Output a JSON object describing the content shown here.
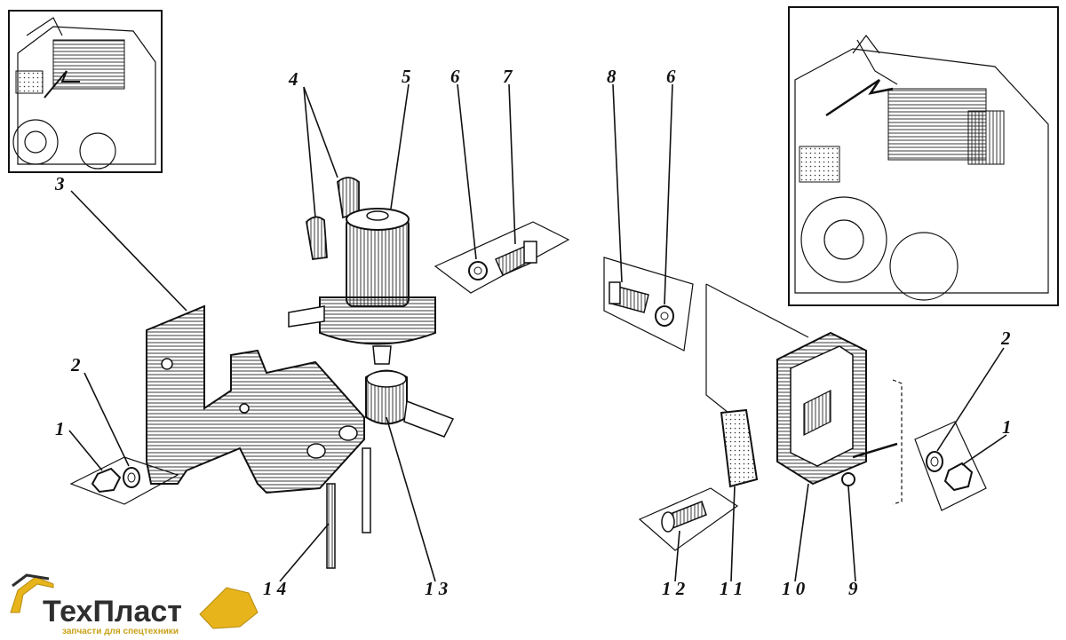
{
  "callouts": {
    "c1_left": "1",
    "c2_left": "2",
    "c3": "3",
    "c4": "4",
    "c5": "5",
    "c6_a": "6",
    "c7": "7",
    "c8": "8",
    "c6_b": "6",
    "c2_right": "2",
    "c1_right": "1",
    "c9": "9",
    "c10": "1 0",
    "c11": "1 1",
    "c12": "1 2",
    "c13": "1 3",
    "c14": "1 4"
  },
  "logo": {
    "name": "ТехПласт",
    "tagline": "запчасти для спецтехники",
    "brand_color": "#e8b41c",
    "text_color": "#2e2e2e"
  }
}
